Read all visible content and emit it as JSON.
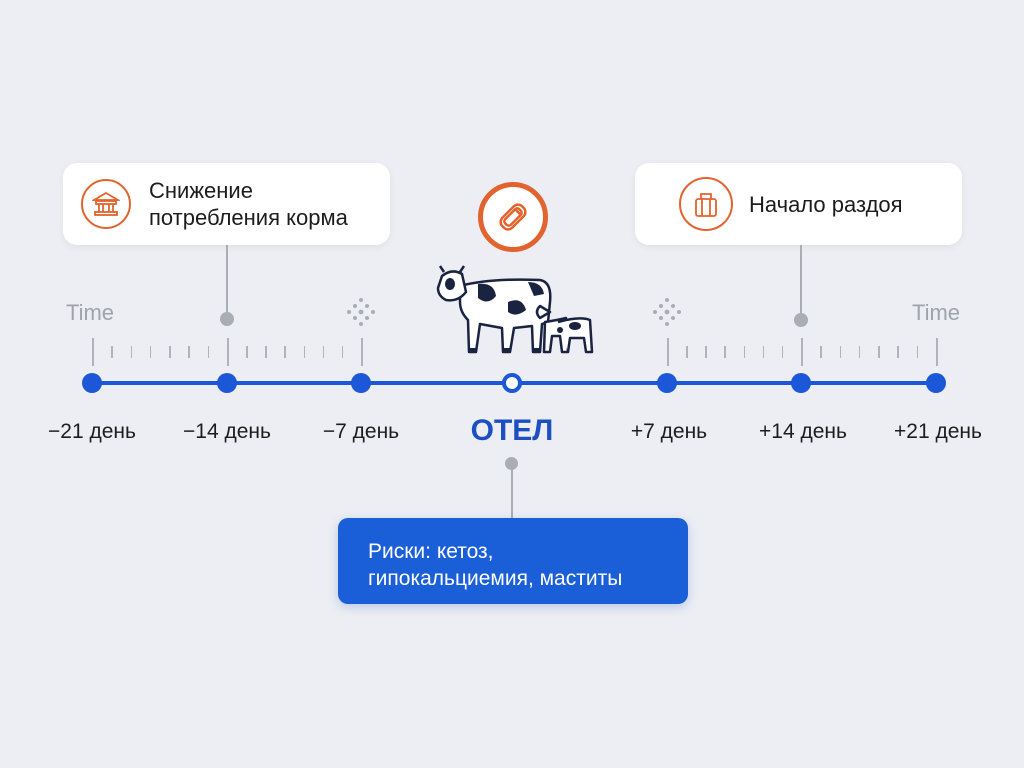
{
  "colors": {
    "accent_blue": "#1b57d6",
    "accent_orange": "#e2632d",
    "background": "#eceef3"
  },
  "top_left_card": {
    "icon": "barn-icon",
    "text_line1": "Снижение",
    "text_line2": "потребления корма"
  },
  "top_right_card": {
    "icon": "bag-icon",
    "text": "Начало раздоя"
  },
  "center_icon": "pill-icon",
  "axis_label_left": "Time",
  "axis_label_right": "Time",
  "timeline": [
    {
      "label": "−21 день"
    },
    {
      "label": "−14 день"
    },
    {
      "label": "−7 день"
    },
    {
      "label": "ОТЕЛ"
    },
    {
      "label": "+7 день"
    },
    {
      "label": "+14 день"
    },
    {
      "label": "+21 день"
    }
  ],
  "risk_box": {
    "line1": "Риски: кетоз,",
    "line2": "гипокальциемия, маститы"
  }
}
